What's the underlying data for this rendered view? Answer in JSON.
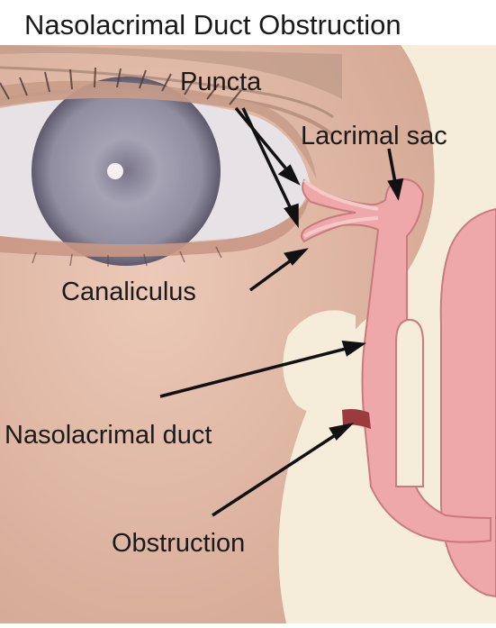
{
  "title": "Nasolacrimal Duct Obstruction",
  "labels": {
    "puncta": "Puncta",
    "lacrimal_sac": "Lacrimal sac",
    "canaliculus": "Canaliculus",
    "nasolacrimal_duct": "Nasolacrimal duct",
    "obstruction": "Obstruction"
  },
  "colors": {
    "skin": "#e2bba8",
    "skin_shadow": "#caa08b",
    "cream": "#f5ecd9",
    "duct_pink": "#eea8aa",
    "duct_outline": "#c97a7e",
    "obstruction": "#9b3a3f",
    "iris": "#9b98ab",
    "sclera": "#e9e4e6"
  }
}
